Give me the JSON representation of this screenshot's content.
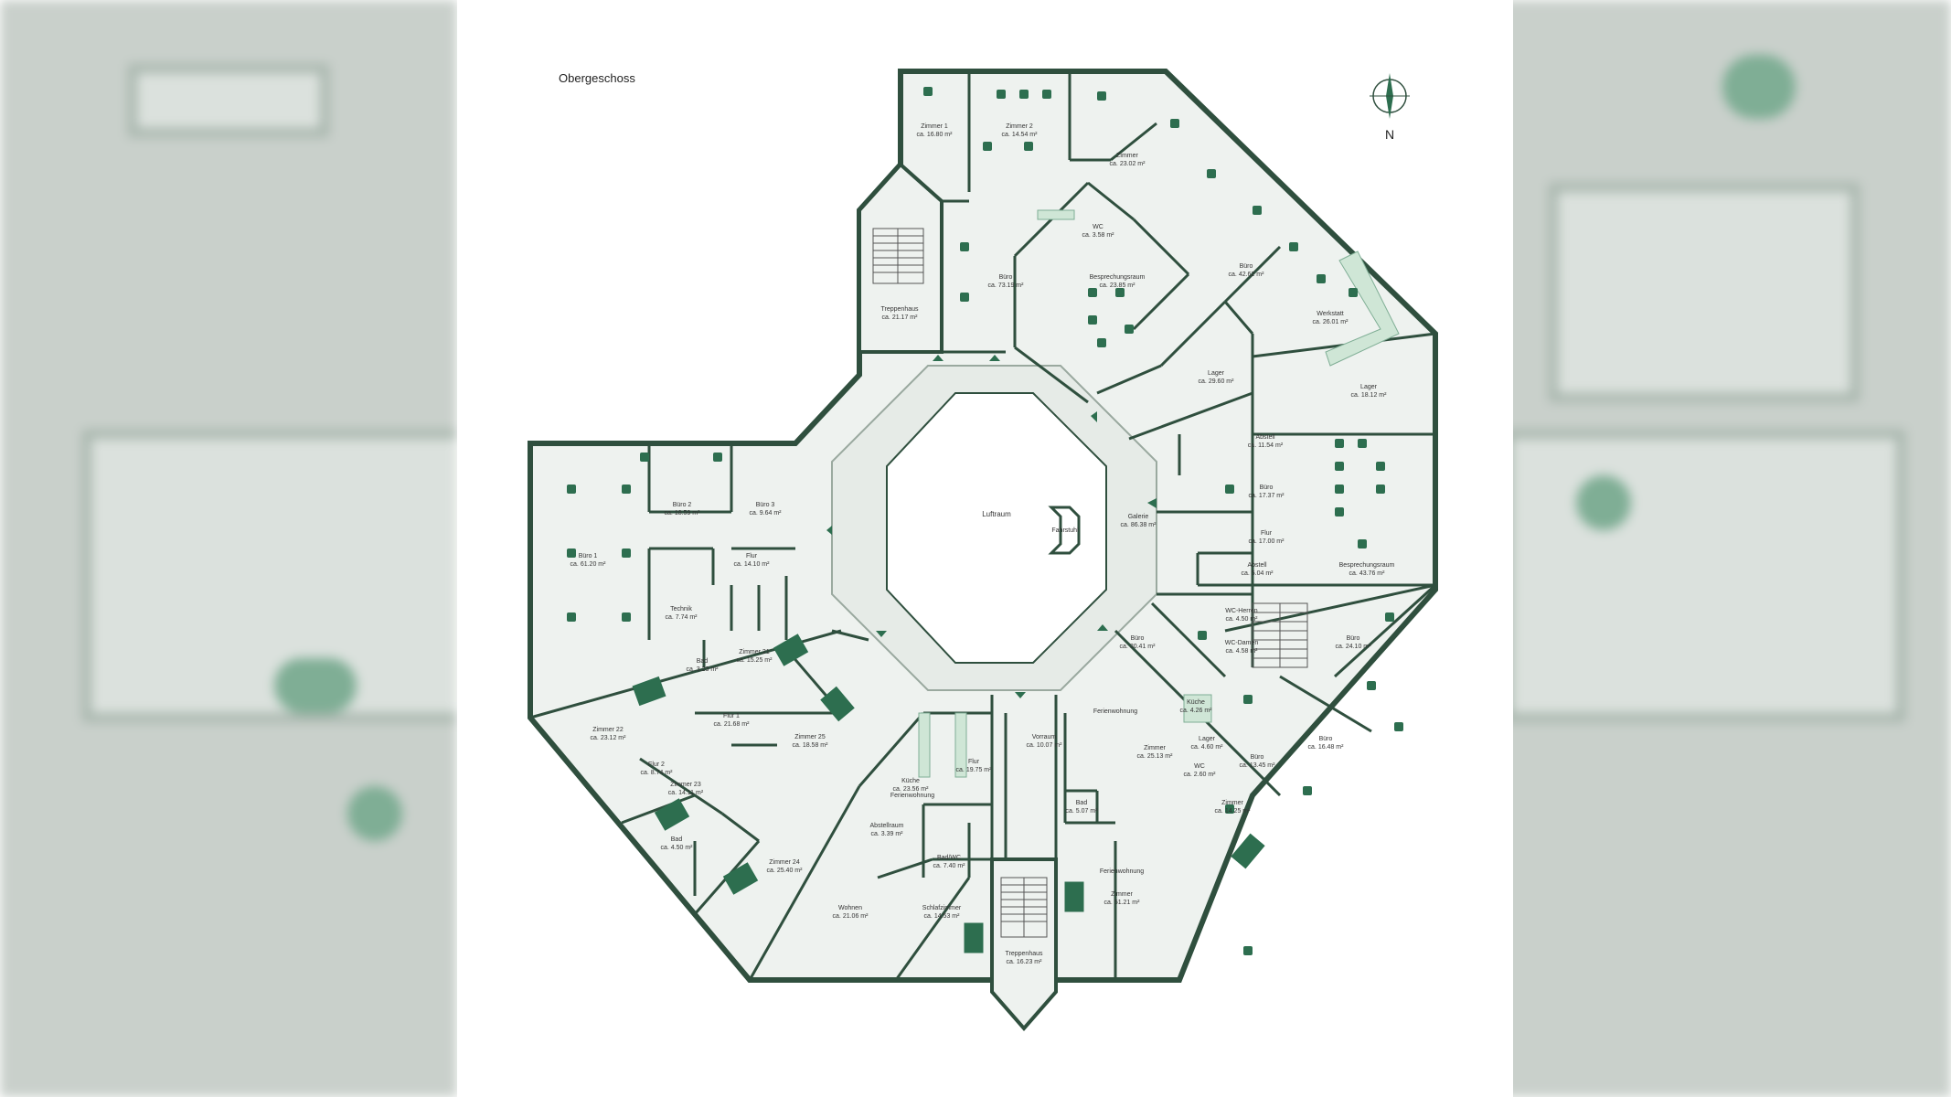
{
  "floor_title": "Obergeschoss",
  "compass_label": "N",
  "colors": {
    "wall": "#2f4f3e",
    "floor": "#eef2ef",
    "accent": "#2d6e4f",
    "light_green": "#cfe6d6"
  },
  "rooms": [
    {
      "id": "zimmer-1",
      "name": "Zimmer 1",
      "area": "ca. 16.80 m²"
    },
    {
      "id": "zimmer-2",
      "name": "Zimmer 2",
      "area": "ca. 14.54 m²"
    },
    {
      "id": "zimmer-ne",
      "name": "Zimmer",
      "area": "ca. 23.02 m²"
    },
    {
      "id": "wc-north",
      "name": "WC",
      "area": "ca. 3.58 m²"
    },
    {
      "id": "buero-73",
      "name": "Büro",
      "area": "ca. 73.19 m²"
    },
    {
      "id": "treppenhaus-north",
      "name": "Treppenhaus",
      "area": "ca. 21.17 m²"
    },
    {
      "id": "besprechung-north",
      "name": "Besprechungsraum",
      "area": "ca. 23.85 m²"
    },
    {
      "id": "buero-42",
      "name": "Büro",
      "area": "ca. 42.62 m²"
    },
    {
      "id": "werkstatt",
      "name": "Werkstatt",
      "area": "ca. 26.01 m²"
    },
    {
      "id": "lager-29",
      "name": "Lager",
      "area": "ca. 29.60 m²"
    },
    {
      "id": "lager-18",
      "name": "Lager",
      "area": "ca. 18.12 m²"
    },
    {
      "id": "abstell-11",
      "name": "Abstell",
      "area": "ca. 11.54 m²"
    },
    {
      "id": "buero-17",
      "name": "Büro",
      "area": "ca. 17.37 m²"
    },
    {
      "id": "flur-17",
      "name": "Flur",
      "area": "ca. 17.00 m²"
    },
    {
      "id": "abstell-5",
      "name": "Abstell",
      "area": "ca. 5.04 m²"
    },
    {
      "id": "besprechung-east",
      "name": "Besprechungsraum",
      "area": "ca. 43.76 m²"
    },
    {
      "id": "galerie",
      "name": "Galerie",
      "area": "ca. 86.38 m²"
    },
    {
      "id": "luftraum",
      "name": "Luftraum",
      "area": ""
    },
    {
      "id": "fahrstuhl",
      "name": "Fahrstuhl",
      "area": ""
    },
    {
      "id": "buero-2",
      "name": "Büro 2",
      "area": "ca. 18.59 m²"
    },
    {
      "id": "buero-3",
      "name": "Büro 3",
      "area": "ca. 9.64 m²"
    },
    {
      "id": "buero-1",
      "name": "Büro 1",
      "area": "ca. 61.20 m²"
    },
    {
      "id": "flur-14",
      "name": "Flur",
      "area": "ca. 14.10 m²"
    },
    {
      "id": "technik",
      "name": "Technik",
      "area": "ca. 7.74 m²"
    },
    {
      "id": "zimmer-21",
      "name": "Zimmer 21",
      "area": "ca. 15.25 m²"
    },
    {
      "id": "bad-3-23",
      "name": "Bad",
      "area": "ca. 3.23 m²"
    },
    {
      "id": "zimmer-22",
      "name": "Zimmer 22",
      "area": "ca. 23.12 m²"
    },
    {
      "id": "flur-1",
      "name": "Flur 1",
      "area": "ca. 21.68 m²"
    },
    {
      "id": "zimmer-25",
      "name": "Zimmer 25",
      "area": "ca. 18.58 m²"
    },
    {
      "id": "flur-2",
      "name": "Flur 2",
      "area": "ca. 8.74 m²"
    },
    {
      "id": "zimmer-23",
      "name": "Zimmer 23",
      "area": "ca. 14.11 m²"
    },
    {
      "id": "bad-4-50",
      "name": "Bad",
      "area": "ca. 4.50 m²"
    },
    {
      "id": "zimmer-24",
      "name": "Zimmer 24",
      "area": "ca. 25.40 m²"
    },
    {
      "id": "kueche-fw",
      "name": "Küche",
      "area": "ca. 23.56 m²"
    },
    {
      "id": "ferienwohnung-w",
      "name": "Ferienwohnung",
      "area": ""
    },
    {
      "id": "flur-19",
      "name": "Flur",
      "area": "ca. 19.75 m²"
    },
    {
      "id": "abstellraum",
      "name": "Abstellraum",
      "area": "ca. 3.39 m²"
    },
    {
      "id": "bad-wc",
      "name": "Bad/WC",
      "area": "ca. 7.40 m²"
    },
    {
      "id": "wohnen",
      "name": "Wohnen",
      "area": "ca. 21.06 m²"
    },
    {
      "id": "schlafzimmer",
      "name": "Schlafzimmer",
      "area": "ca. 14.53 m²"
    },
    {
      "id": "treppenhaus-south",
      "name": "Treppenhaus",
      "area": "ca. 16.23 m²"
    },
    {
      "id": "vorraum",
      "name": "Vorraum",
      "area": "ca. 10.07 m²"
    },
    {
      "id": "bad-5",
      "name": "Bad",
      "area": "ca. 5.07 m²"
    },
    {
      "id": "ferienwohnung-c",
      "name": "Ferienwohnung",
      "area": ""
    },
    {
      "id": "zimmer-25-13",
      "name": "Zimmer",
      "area": "ca. 25.13 m²"
    },
    {
      "id": "ferienwohnung-s",
      "name": "Ferienwohnung",
      "area": ""
    },
    {
      "id": "zimmer-51",
      "name": "Zimmer",
      "area": "ca. 51.21 m²"
    },
    {
      "id": "buero-30",
      "name": "Büro",
      "area": "ca. 30.41 m²"
    },
    {
      "id": "kueche-4",
      "name": "Küche",
      "area": "ca. 4.26 m²"
    },
    {
      "id": "wc-herren",
      "name": "WC-Herren",
      "area": "ca. 4.50 m²"
    },
    {
      "id": "wc-damen",
      "name": "WC-Damen",
      "area": "ca. 4.58 m²"
    },
    {
      "id": "buero-24",
      "name": "Büro",
      "area": "ca. 24.10 m²"
    },
    {
      "id": "lager-4",
      "name": "Lager",
      "area": "ca. 4.60 m²"
    },
    {
      "id": "wc-small",
      "name": "WC",
      "area": "ca. 2.60 m²"
    },
    {
      "id": "buero-13",
      "name": "Büro",
      "area": "ca. 13.45 m²"
    },
    {
      "id": "buero-16",
      "name": "Büro",
      "area": "ca. 16.48 m²"
    },
    {
      "id": "zimmer-14",
      "name": "Zimmer",
      "area": "ca. 14.25 m²"
    }
  ]
}
